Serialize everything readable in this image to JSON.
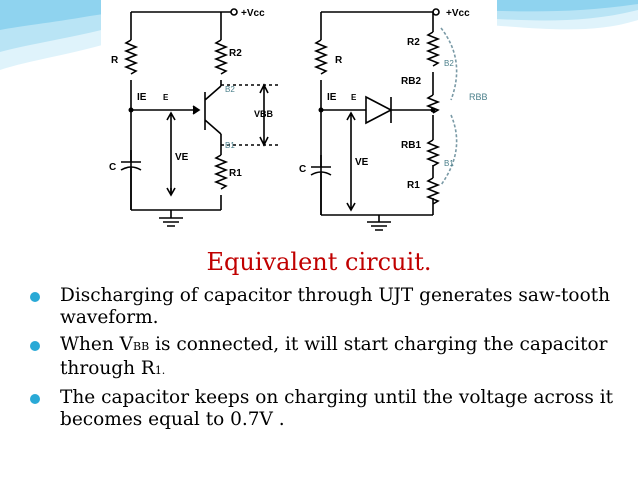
{
  "slide": {
    "caption": "Equivalent circuit.",
    "bullet_color": "#29a9d6",
    "caption_color": "#c00000"
  },
  "circuit_left": {
    "vcc": "+Vcc",
    "r": "R",
    "r2": "R2",
    "r1": "R1",
    "ie": "IE",
    "e": "E",
    "b2": "B2",
    "b1": "B1",
    "vbb": "VBB",
    "ve": "VE",
    "c": "C"
  },
  "circuit_right": {
    "vcc": "+Vcc",
    "r": "R",
    "r2": "R2",
    "rb2": "RB2",
    "rb1": "RB1",
    "r1": "R1",
    "ie": "IE",
    "e": "E",
    "ve": "VE",
    "c": "C",
    "b2": "B2",
    "b1": "B1",
    "rbb": "RBB"
  },
  "bullets": [
    {
      "text": "Discharging of capacitor through UJT generates saw-tooth waveform."
    },
    {
      "pre": "When V",
      "sub": "BB",
      "post": " is connected, it will start charging the capacitor through R",
      "sub2": "1."
    },
    {
      "text": "The capacitor keeps on charging until the voltage across it becomes equal to 0.7V ."
    }
  ]
}
